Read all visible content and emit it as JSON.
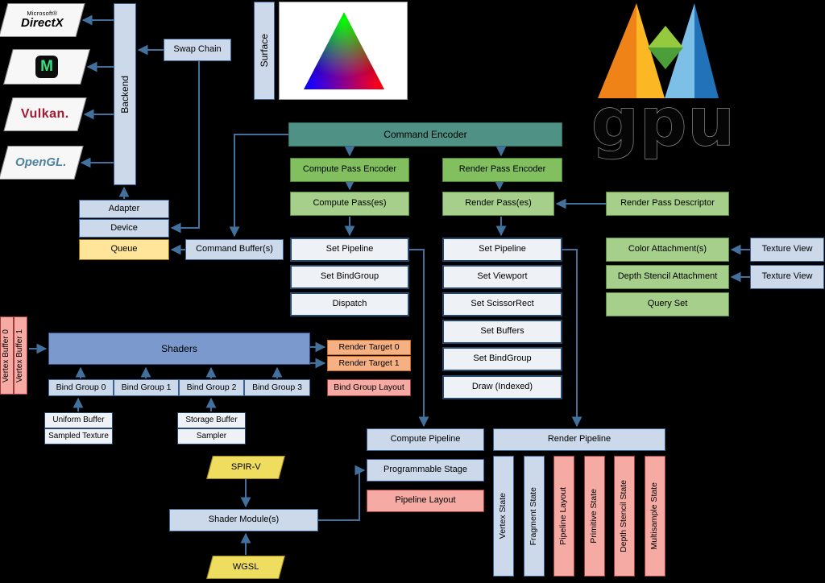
{
  "title": "wgpu architecture diagram",
  "colors": {
    "background": "#000000",
    "light_blue_fill": "#ccd9ea",
    "light_blue_border": "#3a6292",
    "shaders_fill": "#7b99cc",
    "teal_fill": "#4f9184",
    "green_encoder_fill": "#82c05f",
    "green_fill": "#a7cf8c",
    "yellow_fill": "#ffe599",
    "gold_fill": "#efdd60",
    "orange_fill": "#f5b183",
    "salmon_fill": "#f5aaa4",
    "white_fill": "#eef2f6",
    "arrow": "#41719c",
    "logo_orange": "#ef8318",
    "logo_yellow": "#fbb724",
    "logo_green": "#58a33a",
    "logo_blue": "#2272b9"
  },
  "apis": {
    "directx_small": "Microsoft®",
    "directx": "DirectX",
    "metal_icon": "M",
    "vulkan": "Vulkan.",
    "opengl": "OpenGL."
  },
  "nodes": {
    "backend": "Backend",
    "swap_chain": "Swap Chain",
    "surface": "Surface",
    "adapter": "Adapter",
    "device": "Device",
    "queue": "Queue",
    "command_buffers": "Command Buffer(s)",
    "command_encoder": "Command Encoder",
    "compute_pass_encoder": "Compute Pass Encoder",
    "render_pass_encoder": "Render Pass Encoder",
    "compute_passes": "Compute Pass(es)",
    "render_passes": "Render Pass(es)",
    "render_pass_descriptor": "Render Pass Descriptor",
    "color_attachments": "Color Attachment(s)",
    "depth_stencil_attachment": "Depth Stencil Attachment",
    "query_set": "Query Set",
    "texture_view_1": "Texture View",
    "texture_view_2": "Texture View",
    "compute_cmds": [
      "Set Pipeline",
      "Set BindGroup",
      "Dispatch"
    ],
    "render_cmds": [
      "Set Pipeline",
      "Set Viewport",
      "Set ScissorRect",
      "Set Buffers",
      "Set BindGroup",
      "Draw (Indexed)"
    ],
    "shaders": "Shaders",
    "render_target_0": "Render Target 0",
    "render_target_1": "Render Target 1",
    "vertex_buffer_0": "Vertex Buffer 0",
    "vertex_buffer_1": "Vertex Buffer 1",
    "bind_groups": [
      "Bind Group 0",
      "Bind Group 1",
      "Bind Group 2",
      "Bind Group 3"
    ],
    "bind_group_layout": "Bind Group Layout",
    "uniform_buffer": "Uniform Buffer",
    "sampled_texture": "Sampled Texture",
    "storage_buffer": "Storage Buffer",
    "sampler": "Sampler",
    "spirv": "SPIR-V",
    "wgsl": "WGSL",
    "shader_modules": "Shader Module(s)",
    "compute_pipeline": "Compute Pipeline",
    "programmable_stage": "Programmable Stage",
    "pipeline_layout": "Pipeline Layout",
    "render_pipeline": "Render Pipeline",
    "render_states": [
      "Vertex State",
      "Fragment State",
      "Pipeline Layout",
      "Primitive State",
      "Depth Stencil State",
      "Multisample State"
    ]
  },
  "logo": {
    "wordmark": "gpu"
  }
}
